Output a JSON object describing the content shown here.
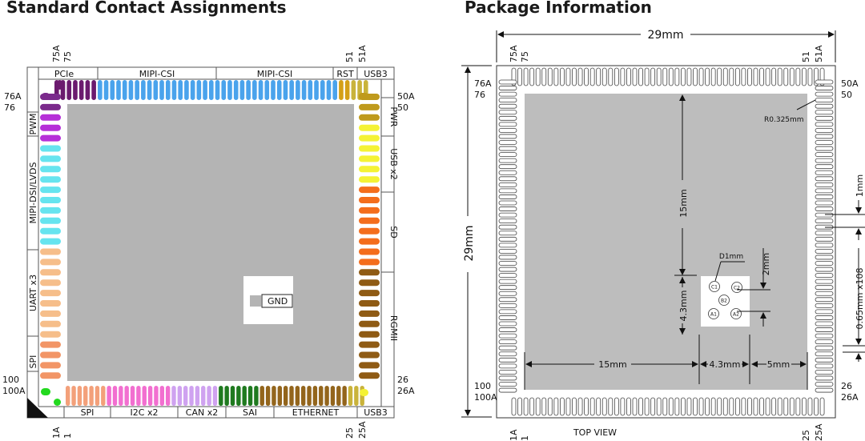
{
  "titles": {
    "left": "Standard Contact Assignments",
    "right": "Package Information"
  },
  "left": {
    "colors": {
      "pcie": "#6b1a6e",
      "mipi_csi": "#4aa3ec",
      "rst": "#d4a017",
      "usb3": "#c9b33b",
      "gnd_pad": "#b4b4b4",
      "purple": "#7b2a8c",
      "pwm": "#b62fd8",
      "cyan": "#66e4ef",
      "uart": "#f6be8a",
      "spi_side": "#f29566",
      "corner_green": "#23d91f",
      "spi_bottom": "#f3a07a",
      "i2c": "#f26fd0",
      "can": "#cfa2f0",
      "sai": "#1f7a1f",
      "ethernet": "#93651c",
      "pwr": "#bf9a1c",
      "usb2": "#f4f235",
      "sd": "#f46d1c",
      "rgmii": "#8f5b14"
    },
    "top_groups": [
      "PCIe",
      "MIPI-CSI",
      "MIPI-CSI",
      "RST",
      "USB3"
    ],
    "left_groups": [
      "PWM",
      "MIPI-DSI/LVDS",
      "UART x3",
      "SPI"
    ],
    "bottom_groups": [
      "SPI",
      "I2C x2",
      "CAN x2",
      "SAI",
      "ETHERNET",
      "USB3"
    ],
    "right_groups": [
      "PWR",
      "USB x2",
      "SD",
      "RGMII"
    ],
    "pins": {
      "top_left": [
        "75A",
        "75"
      ],
      "top_right": [
        "51",
        "51A"
      ],
      "left_top": [
        "76A",
        "76"
      ],
      "left_bottom": [
        "100",
        "100A"
      ],
      "right_top": [
        "50A",
        "50"
      ],
      "right_bottom": [
        "26",
        "26A"
      ],
      "bottom_left": [
        "1A",
        "1"
      ],
      "bottom_right": [
        "25",
        "25A"
      ]
    },
    "gnd_label": "GND"
  },
  "right": {
    "pins": {
      "top_left": [
        "75A",
        "75"
      ],
      "top_right": [
        "51",
        "51A"
      ],
      "left_top": [
        "76A",
        "76"
      ],
      "left_bottom": [
        "100",
        "100A"
      ],
      "right_top": [
        "50A",
        "50"
      ],
      "right_bottom": [
        "26",
        "26A"
      ],
      "bottom_left": [
        "1A",
        "1"
      ],
      "bottom_right": [
        "25",
        "25A"
      ]
    },
    "dimensions": {
      "width": "29mm",
      "height": "29mm",
      "corner_radius": "R0.325mm",
      "pad_pitch_label": "1mm",
      "pitch_count": "0.65mm x108",
      "center_15mm_vertical": "15mm",
      "vertical_4_3": "4.3mm",
      "hole_diameter": "D1mm",
      "hole_spacing": "2mm",
      "bottom_15mm": "15mm",
      "bottom_4_3": "4.3mm",
      "bottom_5mm": "5mm"
    },
    "holes": [
      "C1",
      "C2",
      "B2",
      "A1",
      "A2"
    ],
    "view_label": "TOP VIEW"
  }
}
